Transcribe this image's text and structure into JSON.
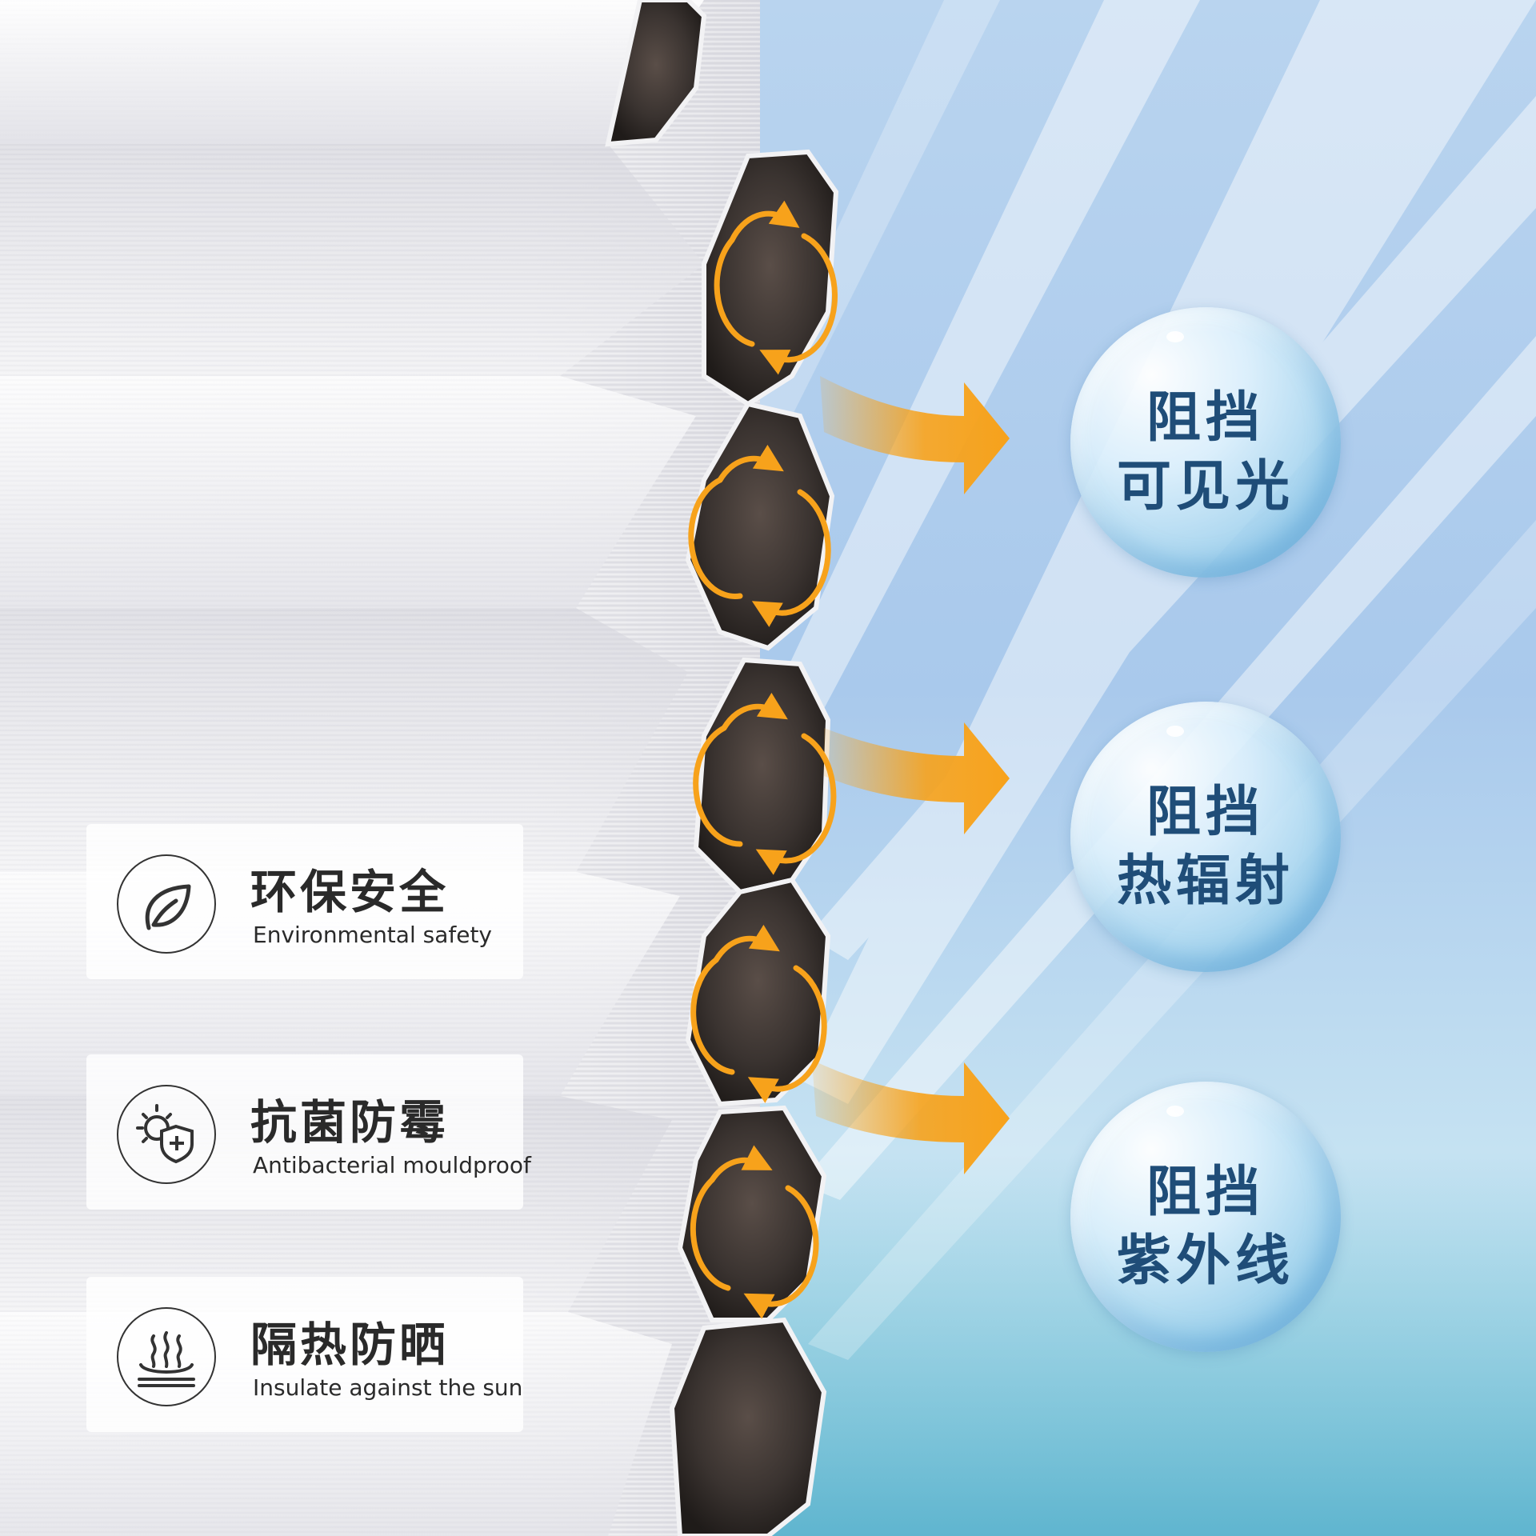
{
  "features": [
    {
      "title": "环保安全",
      "subtitle": "Environmental safety",
      "icon": "leaf-icon"
    },
    {
      "title": "抗菌防霉",
      "subtitle": "Antibacterial mouldproof",
      "icon": "germ-shield-icon"
    },
    {
      "title": "隔热防晒",
      "subtitle": "Insulate against the sun",
      "icon": "heat-wave-icon"
    }
  ],
  "bubbles": [
    {
      "line1": "阻挡",
      "line2": "可见光"
    },
    {
      "line1": "阻挡",
      "line2": "热辐射"
    },
    {
      "line1": "阻挡",
      "line2": "紫外线"
    }
  ],
  "colors": {
    "accent_orange": "#f7a21b",
    "sky_blue": "#8fbde6",
    "bubble_text": "#1f4d78",
    "cell_interior": "#3a3330"
  }
}
